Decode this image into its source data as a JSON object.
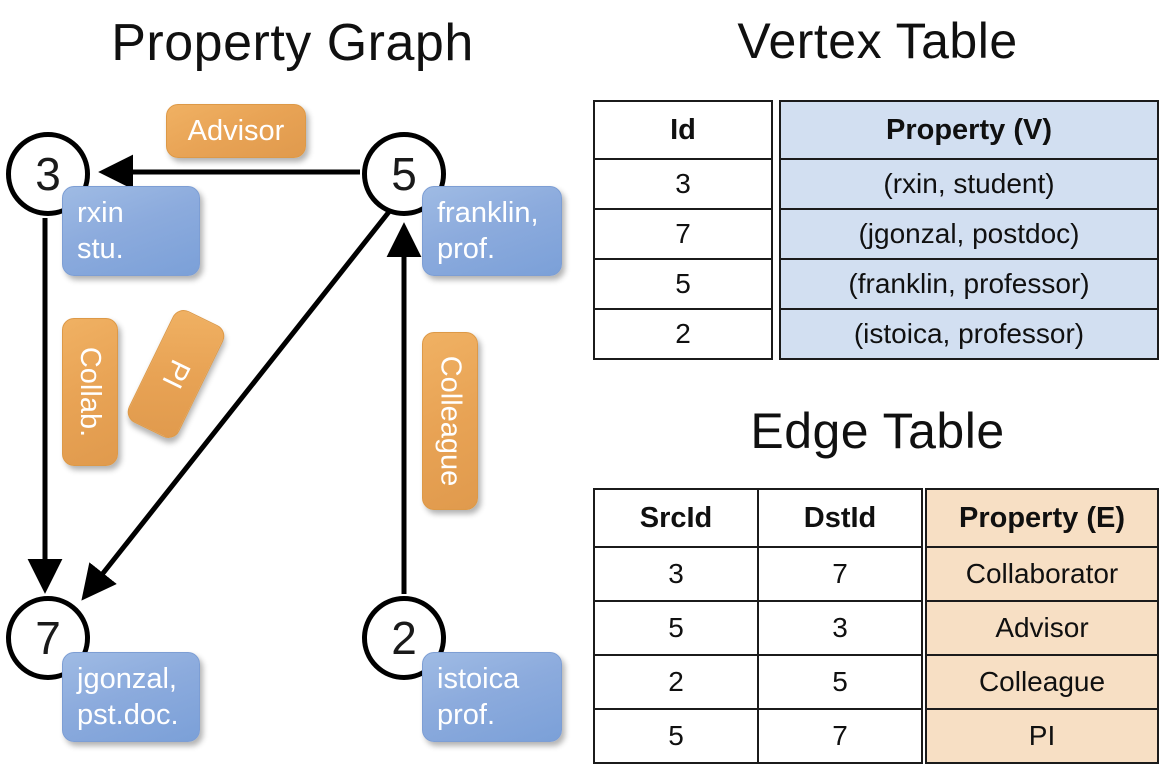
{
  "titles": {
    "graph": "Property Graph",
    "vertex_table": "Vertex Table",
    "edge_table": "Edge Table"
  },
  "graph": {
    "nodes": [
      {
        "id": "3",
        "property": "rxin\nstu.",
        "line1": "rxin",
        "line2": "stu."
      },
      {
        "id": "5",
        "property": "franklin, prof.",
        "line1": "franklin,",
        "line2": "prof."
      },
      {
        "id": "7",
        "property": "jgonzal, pst.doc.",
        "line1": "jgonzal,",
        "line2": "pst.doc."
      },
      {
        "id": "2",
        "property": "istoica prof.",
        "line1": "istoica",
        "line2": "prof."
      }
    ],
    "edges": [
      {
        "from": "5",
        "to": "3",
        "label": "Advisor",
        "orientation": "horizontal"
      },
      {
        "from": "3",
        "to": "7",
        "label": "Collab.",
        "orientation": "vertical"
      },
      {
        "from": "5",
        "to": "7",
        "label": "PI",
        "orientation": "diagonal"
      },
      {
        "from": "2",
        "to": "5",
        "label": "Colleague",
        "orientation": "vertical"
      }
    ]
  },
  "vertex_table": {
    "headers": [
      "Id",
      "Property (V)"
    ],
    "rows": [
      {
        "id": "3",
        "property": "(rxin, student)"
      },
      {
        "id": "7",
        "property": "(jgonzal, postdoc)"
      },
      {
        "id": "5",
        "property": "(franklin, professor)"
      },
      {
        "id": "2",
        "property": "(istoica, professor)"
      }
    ]
  },
  "edge_table": {
    "headers": [
      "SrcId",
      "DstId",
      "Property (E)"
    ],
    "rows": [
      {
        "src": "3",
        "dst": "7",
        "property": "Collaborator"
      },
      {
        "src": "5",
        "dst": "3",
        "property": "Advisor"
      },
      {
        "src": "2",
        "dst": "5",
        "property": "Colleague"
      },
      {
        "src": "5",
        "dst": "7",
        "property": "PI"
      }
    ]
  },
  "colors": {
    "vertex_property_cell": "#d2dff1",
    "edge_property_cell": "#f7dfc4",
    "node_property_box": "#8cabdd",
    "edge_label_box": "#e8a355",
    "table_border": "#1b1b1b",
    "text": "#101010"
  }
}
